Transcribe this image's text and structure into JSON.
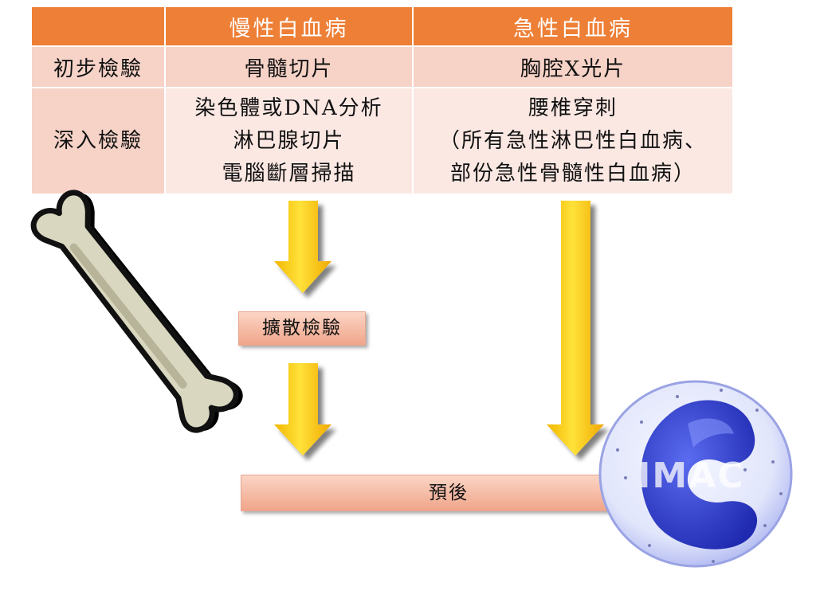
{
  "table": {
    "headers": [
      "",
      "慢性白血病",
      "急性白血病"
    ],
    "rows": [
      {
        "label": "初步檢驗",
        "chronic": [
          "骨髓切片"
        ],
        "acute": [
          "胸腔X光片"
        ]
      },
      {
        "label": "深入檢驗",
        "chronic": [
          "染色體或DNA分析",
          "淋巴腺切片",
          "電腦斷層掃描"
        ],
        "acute": [
          "腰椎穿刺",
          "（所有急性淋巴性白血病、",
          "部份急性骨髓性白血病）"
        ]
      }
    ]
  },
  "flow": {
    "spread_label": "擴散檢驗",
    "prognosis_label": "預後"
  },
  "watermark": {
    "text": "IMAC"
  },
  "colors": {
    "header": "#ee7f36",
    "row_light": "#fbe8e3",
    "row_mid": "#f6d2c7",
    "arrow": "#ffd200",
    "box": "#f4b49c",
    "bone": "#d9d7bf",
    "cell": "#3346c8"
  },
  "icons": [
    "bone-illustration",
    "white-blood-cell-illustration",
    "down-arrow-icon"
  ]
}
